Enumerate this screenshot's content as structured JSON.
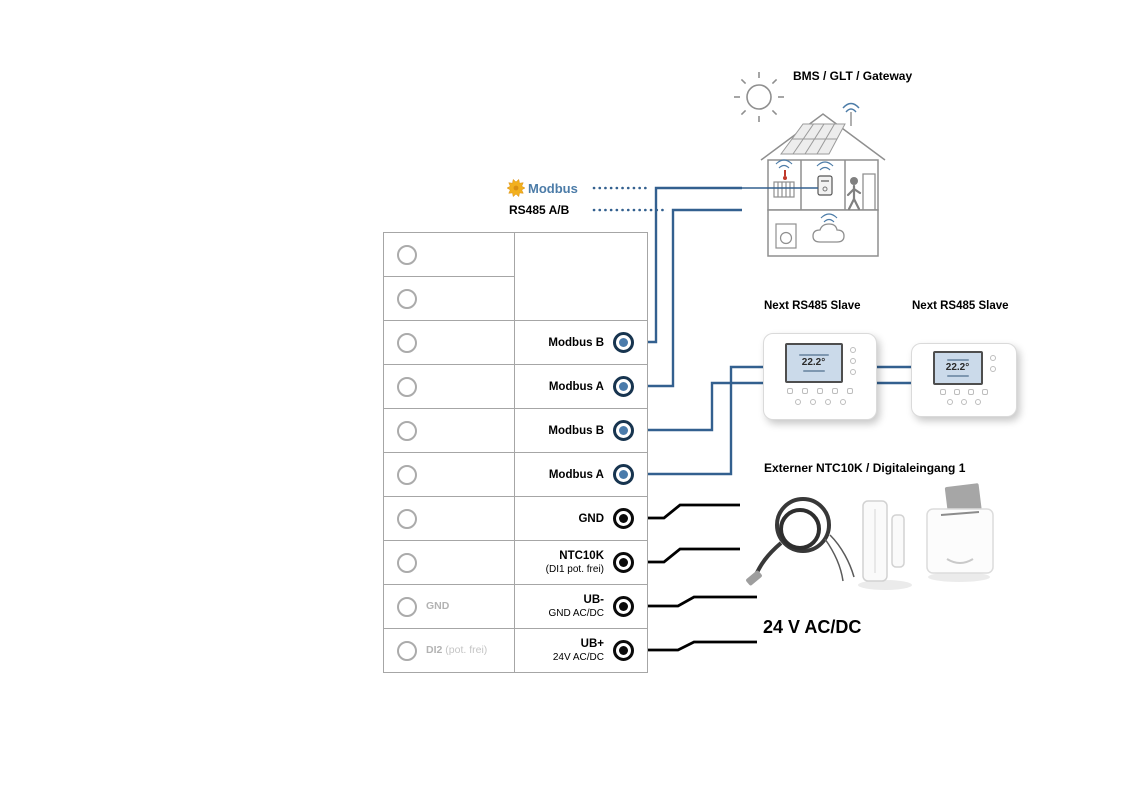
{
  "labels": {
    "modbus_logo": "Modbus",
    "rs485": "RS485 A/B",
    "bms": "BMS / GLT / Gateway",
    "slave1": "Next RS485 Slave",
    "slave2": "Next RS485 Slave",
    "external": "Externer NTC10K / Digitaleingang 1",
    "voltage": "24 V AC/DC"
  },
  "terminal_block": {
    "left_rows": [
      {
        "label": "",
        "sub": ""
      },
      {
        "label": "",
        "sub": ""
      },
      {
        "label": "",
        "sub": ""
      },
      {
        "label": "",
        "sub": ""
      },
      {
        "label": "",
        "sub": ""
      },
      {
        "label": "",
        "sub": ""
      },
      {
        "label": "",
        "sub": ""
      },
      {
        "label": "",
        "sub": ""
      },
      {
        "label": "GND",
        "sub": ""
      },
      {
        "label": "DI2",
        "sub": "(pot. frei)"
      }
    ],
    "right_rows": [
      {
        "label": "Modbus B",
        "sub": "",
        "type": "blue"
      },
      {
        "label": "Modbus A",
        "sub": "",
        "type": "blue"
      },
      {
        "label": "Modbus B",
        "sub": "",
        "type": "blue"
      },
      {
        "label": "Modbus A",
        "sub": "",
        "type": "blue"
      },
      {
        "label": "GND",
        "sub": "",
        "type": "black"
      },
      {
        "label": "NTC10K",
        "sub": "(DI1 pot. frei)",
        "type": "black"
      },
      {
        "label": "UB-",
        "sub": "GND AC/DC",
        "type": "black"
      },
      {
        "label": "UB+",
        "sub": "24V AC/DC",
        "type": "black"
      }
    ]
  },
  "devices": {
    "slave1": {
      "temp": "22.2°"
    },
    "slave2": {
      "temp": "22.2°"
    }
  },
  "colors": {
    "wire_blue": "#33608F",
    "wire_black": "#000000",
    "connector_blue": "#4A7BAB",
    "connector_ring": "#17344F",
    "modbus_yellow": "#F2B01E",
    "modbus_text": "#4C7CA8",
    "table_border": "#A6A6A6",
    "muted_text": "#B3B3B3"
  }
}
